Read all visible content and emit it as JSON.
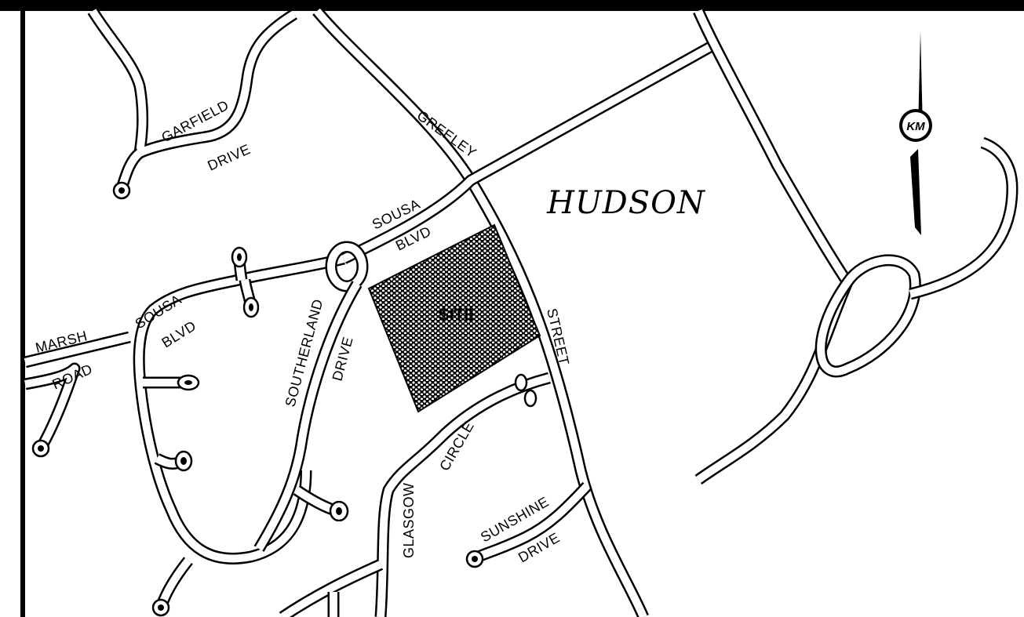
{
  "map": {
    "town": "HUDSON",
    "site": "SITE",
    "logo_text": "KM",
    "roads": {
      "garfield": "GARFIELD",
      "garfield_type": "DRIVE",
      "greeley": "GREELEY",
      "greeley_type": "STREET",
      "sousa_upper": "SOUSA",
      "sousa_upper_type": "BLVD",
      "sousa_lower": "SOUSA",
      "sousa_lower_type": "BLVD",
      "marsh": "MARSH",
      "marsh_type": "ROAD",
      "southerland": "SOUTHERLAND",
      "southerland_type": "DRIVE",
      "glasgow": "GLASGOW",
      "glasgow_type": "CIRCLE",
      "sunshine": "SUNSHINE",
      "sunshine_type": "DRIVE"
    },
    "colors": {
      "ink": "#000000",
      "paper": "#ffffff"
    }
  }
}
